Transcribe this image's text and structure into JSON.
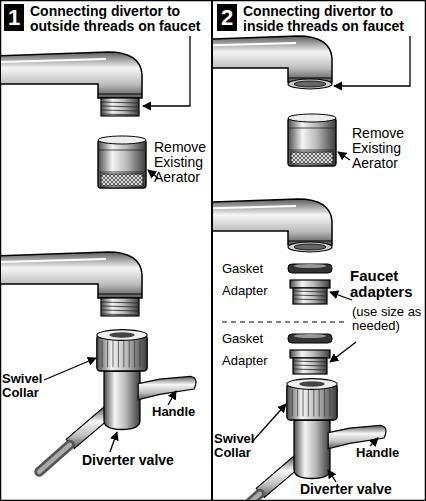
{
  "diagram": {
    "nodes": [
      {
        "text": [
          "1",
          "Connecting divertor to outside threads on faucet"
        ]
      },
      {
        "text": [
          "2",
          "Connecting divertor to inside threads on faucet"
        ]
      }
    ],
    "labels": [
      "Remove Existing Aerator",
      "Swivel Collar",
      "Handle",
      "Diverter valve",
      "Remove Existing Aerator",
      "Gasket",
      "Adapter",
      "Gasket",
      "Adapter",
      "Faucet adapters",
      "(use size as needed)",
      "Swivel Collar",
      "Handle",
      "Diverter valve"
    ]
  }
}
